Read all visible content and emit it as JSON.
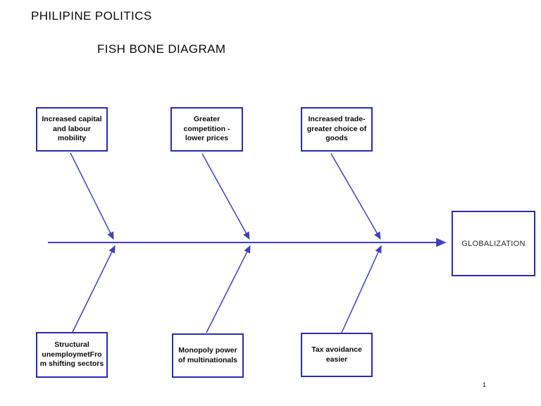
{
  "page": {
    "title": "PHILIPINE POLITICS",
    "subtitle": "FISH BONE DIAGRAM",
    "page_number": "1"
  },
  "diagram": {
    "type": "fishbone",
    "effect": {
      "label": "GLOBALIZATION"
    },
    "top_causes": [
      {
        "label": "Increased capital\nand labour\nmobility"
      },
      {
        "label": "Greater\ncompetition -\nlower prices"
      },
      {
        "label": "Increased trade-\ngreater choice of\ngoods"
      }
    ],
    "bottom_causes": [
      {
        "label": "Structural\nunemploymetFro\nm shifting sectors"
      },
      {
        "label": "Monopoly power\nof multinationals"
      },
      {
        "label": "Tax avoidance\neasier"
      }
    ],
    "colors": {
      "box_border": "#2b2bb2",
      "bone_line": "#4040c0",
      "text": "#0a0a0a"
    }
  }
}
